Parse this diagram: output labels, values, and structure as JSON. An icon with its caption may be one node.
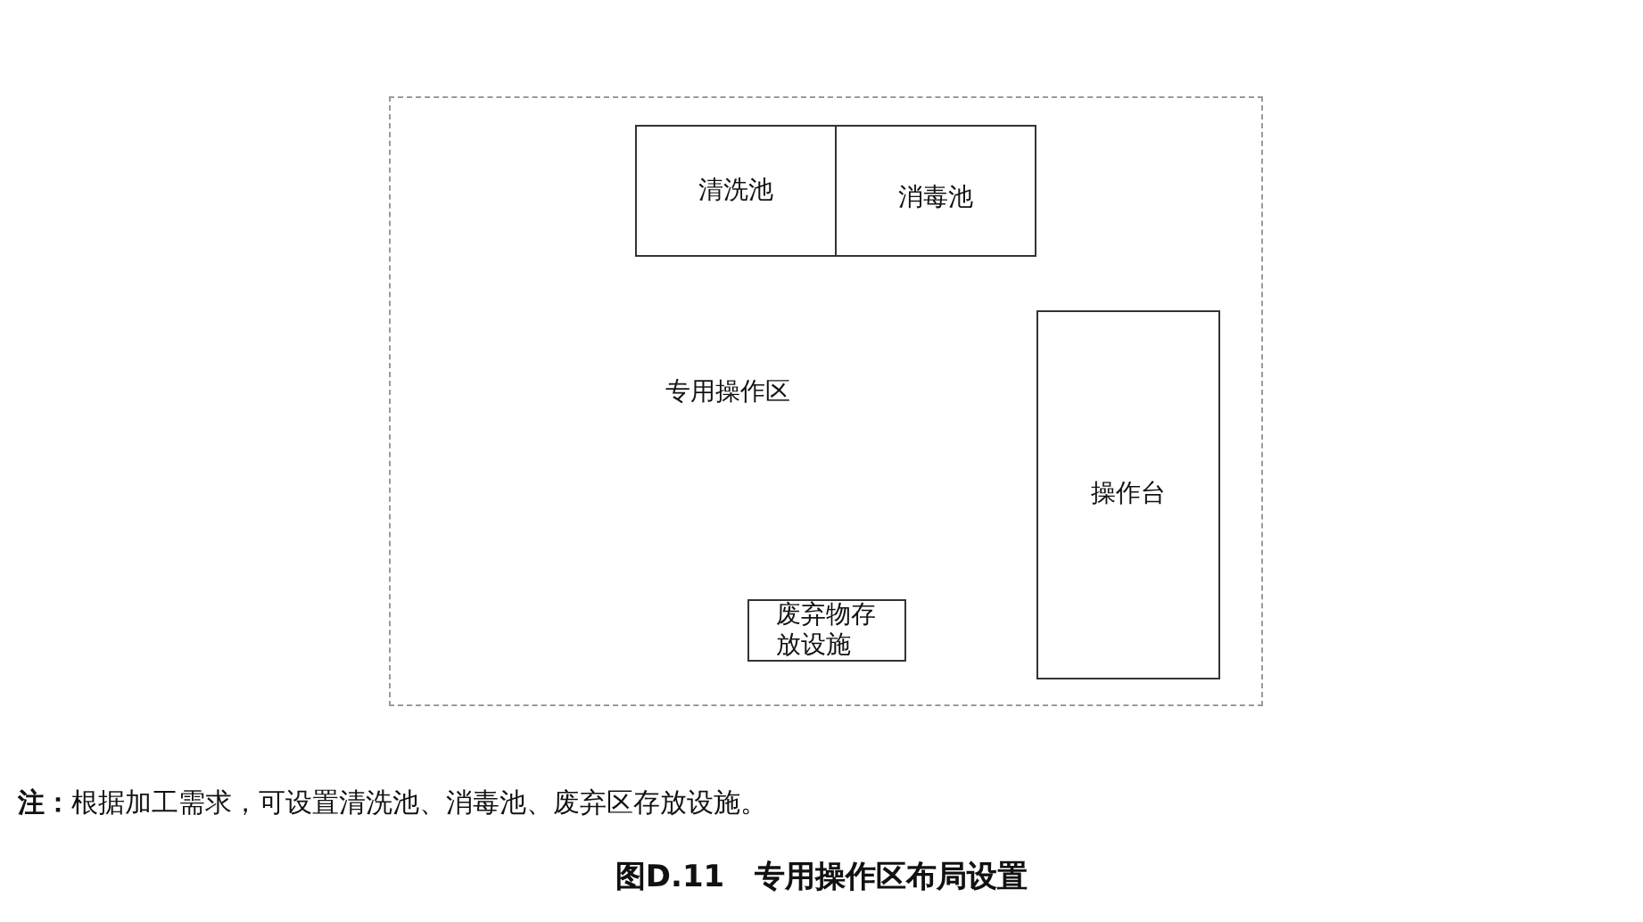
{
  "diagram": {
    "caption": "图D.11　专用操作区布局设置",
    "nodes": [
      {
        "text": [
          "专用操作区"
        ]
      },
      {
        "text": [
          "清洗池"
        ],
        "in": 0
      },
      {
        "text": [
          "消毒池"
        ],
        "in": 0
      },
      {
        "text": [
          "操作台"
        ],
        "in": 0
      },
      {
        "text": [
          "废弃物存放设施"
        ],
        "in": 0
      }
    ],
    "labels": [
      "**注：**根据加工需求，可设置清洗池、消毒池、废弃区存放设施。"
    ]
  }
}
